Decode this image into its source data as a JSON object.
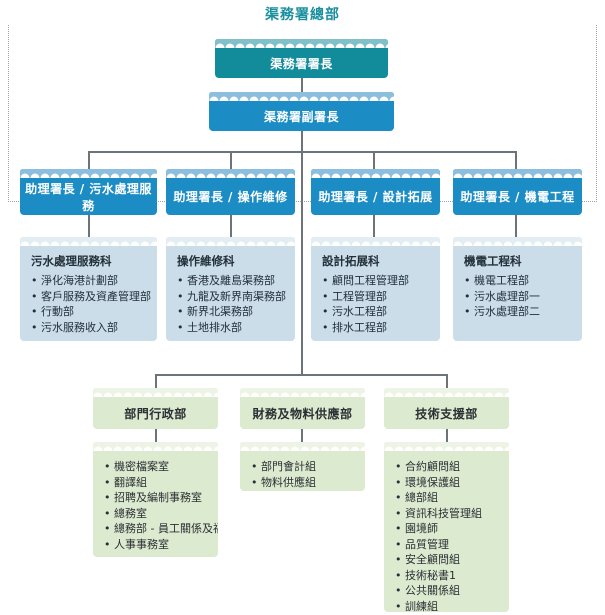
{
  "title": "渠務署總部",
  "colors": {
    "title": "#1a8f9e",
    "director_box": "#128b9b",
    "deputy_box": "#1b8cc4",
    "assistant_box": "#1b8cc4",
    "division_box": "#cadde9",
    "support_box": "#dcead0",
    "connector": "#6d7479",
    "frame": "#9aa3a8"
  },
  "director": {
    "label": "渠務署署長"
  },
  "deputy": {
    "label": "渠務署副署長"
  },
  "assistants": [
    {
      "label": "助理署長 / 污水處理服務"
    },
    {
      "label": "助理署長 / 操作維修"
    },
    {
      "label": "助理署長 / 設計拓展"
    },
    {
      "label": "助理署長 / 機電工程"
    }
  ],
  "divisions": [
    {
      "heading": "污水處理服務科",
      "items": [
        "淨化海港計劃部",
        "客戶服務及資產管理部",
        "行動部",
        "污水服務收入部"
      ]
    },
    {
      "heading": "操作維修科",
      "items": [
        "香港及離島渠務部",
        "九龍及新界南渠務部",
        "新界北渠務部",
        "土地排水部"
      ]
    },
    {
      "heading": "設計拓展科",
      "items": [
        "顧問工程管理部",
        "工程管理部",
        "污水工程部",
        "排水工程部"
      ]
    },
    {
      "heading": "機電工程科",
      "items": [
        "機電工程部",
        "污水處理部一",
        "污水處理部二"
      ]
    }
  ],
  "support_departments": [
    {
      "label": "部門行政部",
      "items": [
        "機密檔案室",
        "翻譯組",
        "招聘及編制事務室",
        "總務室",
        "總務部 - 員工關係及福利組",
        "人事事務室"
      ]
    },
    {
      "label": "財務及物料供應部",
      "items": [
        "部門會計組",
        "物料供應組"
      ]
    },
    {
      "label": "技術支援部",
      "items": [
        "合約顧問組",
        "環境保護組",
        "總部組",
        "資訊科技管理組",
        "園境師",
        "品質管理",
        "安全顧問組",
        "技術秘書1",
        "公共關係組",
        "訓練組"
      ]
    }
  ]
}
